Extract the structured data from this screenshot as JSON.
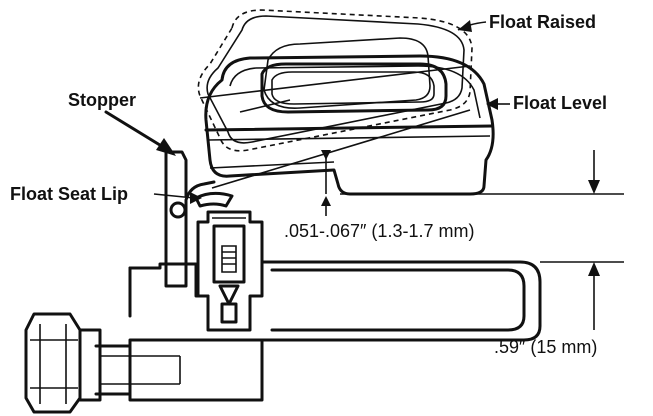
{
  "labels": {
    "float_raised": "Float Raised",
    "float_level": "Float Level",
    "stopper": "Stopper",
    "float_seat_lip": "Float Seat Lip",
    "gap_measurement": ".051-.067″ (1.3-1.7 mm)",
    "height_measurement": ".59″ (15 mm)"
  },
  "colors": {
    "ink": "#111111",
    "background": "#ffffff"
  }
}
